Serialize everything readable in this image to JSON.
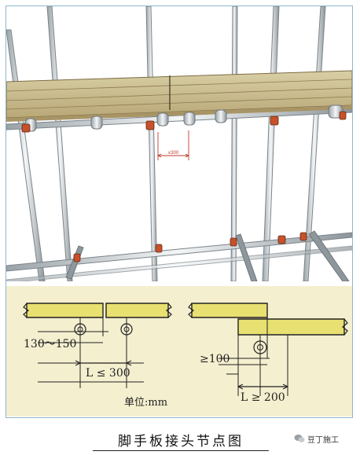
{
  "figure": {
    "spacing_label": "≤300",
    "left_detail": {
      "overlap_range": "130～150",
      "gap_label": "L ≤ 300"
    },
    "right_detail": {
      "min_overlap": "≥100",
      "gap_label": "L ≥ 200"
    },
    "unit_note": "单位:mm",
    "caption": "脚手板接头节点图"
  },
  "watermark": {
    "icon": "wechat-icon",
    "text": "豆丁施工"
  },
  "colors": {
    "plank": "#e8e070",
    "plank_3d": "#c9b98a",
    "detail_bg": "#f4efcf",
    "coupler": "#c8502a",
    "dimension": "#c0392b"
  }
}
